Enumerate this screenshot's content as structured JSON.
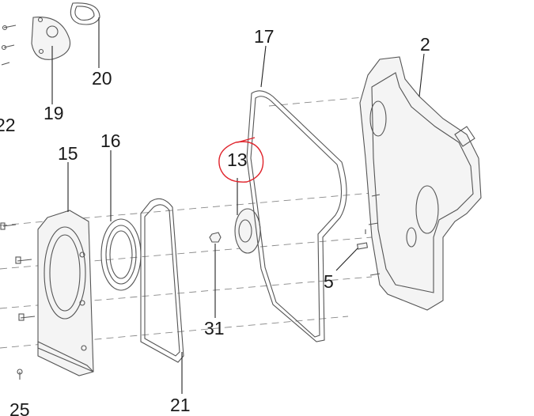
{
  "callouts": {
    "c2": "2",
    "c5": "5",
    "c13": "13",
    "c15": "15",
    "c16": "16",
    "c17": "17",
    "c19": "19",
    "c20": "20",
    "c21": "21",
    "c22": "22",
    "c25": "25",
    "c31": "31"
  },
  "colors": {
    "highlight": "#e0242c",
    "line": "#555555",
    "text": "#1a1a1a"
  }
}
